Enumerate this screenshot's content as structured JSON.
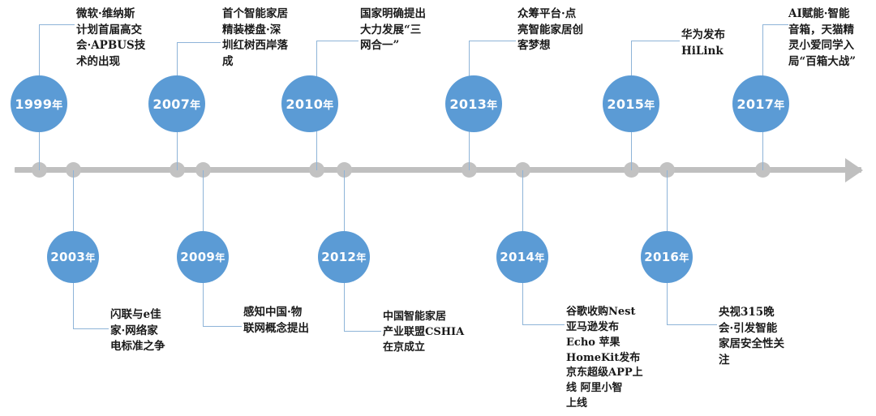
{
  "figure": {
    "type": "timeline",
    "orientation": "horizontal",
    "axis_arrow_direction": "right",
    "colors": {
      "bubble": "#5B9BD5",
      "bubble_text": "#FFFFFF",
      "axis": "#BFBFBF",
      "axis_dot": "#C2C2C2",
      "connector": "#8EB4D8",
      "label_text": "#1A1A1A",
      "background": "#FFFFFF"
    }
  },
  "events": [
    {
      "year": "1999",
      "year_label": "1999年",
      "side": "top",
      "text": "微软·维纳斯计划首届高交会·APBUS技术的出现",
      "lines": "微软·维纳斯\n计划首届高交\n会·APBUS技\n术的出现"
    },
    {
      "year": "2003",
      "year_label": "2003年",
      "side": "bottom",
      "text": "闪联与e佳家·网络家电标准之争",
      "lines": "闪联与e佳\n家·网络家\n电标准之争"
    },
    {
      "year": "2007",
      "year_label": "2007年",
      "side": "top",
      "text": "首个智能家居精装楼盘·深圳红树西岸落成",
      "lines": "首个智能家居\n精装楼盘·深\n圳红树西岸落\n成"
    },
    {
      "year": "2009",
      "year_label": "2009年",
      "side": "bottom",
      "text": "感知中国·物联网概念提出",
      "lines": "感知中国·物\n联网概念提出"
    },
    {
      "year": "2010",
      "year_label": "2010年",
      "side": "top",
      "text": "国家明确提出大力发展“三网合一”",
      "lines": "国家明确提出\n大力发展“三\n网合一”"
    },
    {
      "year": "2012",
      "year_label": "2012年",
      "side": "bottom",
      "text": "中国智能家居产业联盟CSHIA在京成立",
      "lines": "中国智能家居\n产业联盟CSHIA\n在京成立"
    },
    {
      "year": "2013",
      "year_label": "2013年",
      "side": "top",
      "text": "众筹平台·点亮智能家居创客梦想",
      "lines": "众筹平台·点\n亮智能家居创\n客梦想"
    },
    {
      "year": "2014",
      "year_label": "2014年",
      "side": "bottom",
      "text": "谷歌收购Nest 亚马逊发布Echo 苹果HomeKit发布 京东超级APP上线 阿里小智上线",
      "lines": "谷歌收购Nest\n亚马逊发布\nEcho  苹果\nHomeKit发布\n京东超级APP上\n线   阿里小智\n上线"
    },
    {
      "year": "2015",
      "year_label": "2015年",
      "side": "top",
      "text": "华为发布HiLink",
      "lines": "华为发布\nHiLink"
    },
    {
      "year": "2016",
      "year_label": "2016年",
      "side": "bottom",
      "text": "央视315晚会·引发智能家居安全性关注",
      "lines": "央视315晚\n会·引发智能\n家居安全性关\n注"
    },
    {
      "year": "2017",
      "year_label": "2017年",
      "side": "top",
      "text": "AI赋能·智能音箱，天猫精灵小爱同学入局“百箱大战”",
      "lines": "AI赋能·智能\n音箱，天猫精\n灵小爱同学入\n局“百箱大战”"
    }
  ],
  "axis_dots": [
    48,
    90,
    218,
    250,
    390,
    424,
    578,
    644,
    778,
    822,
    940
  ]
}
